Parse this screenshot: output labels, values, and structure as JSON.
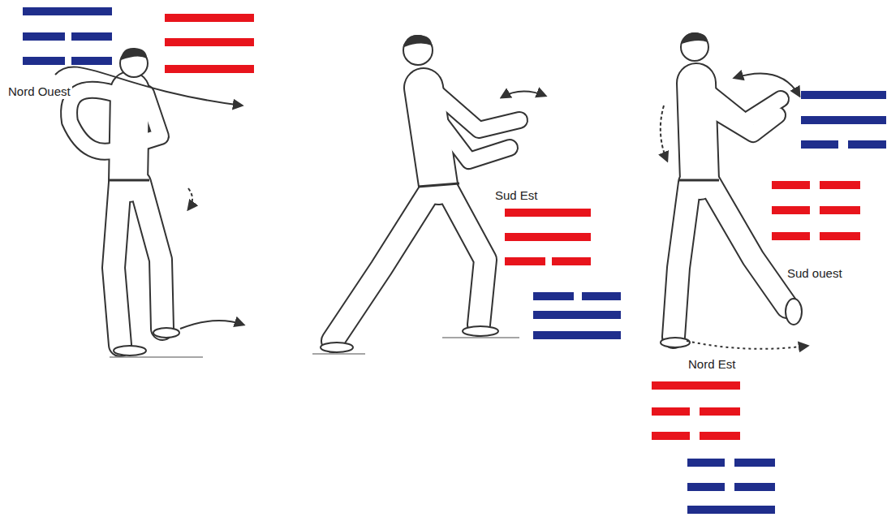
{
  "diagram": {
    "labels": [
      "Nord Ouest",
      "Sud Est",
      "Sud ouest",
      "Nord Est"
    ]
  }
}
